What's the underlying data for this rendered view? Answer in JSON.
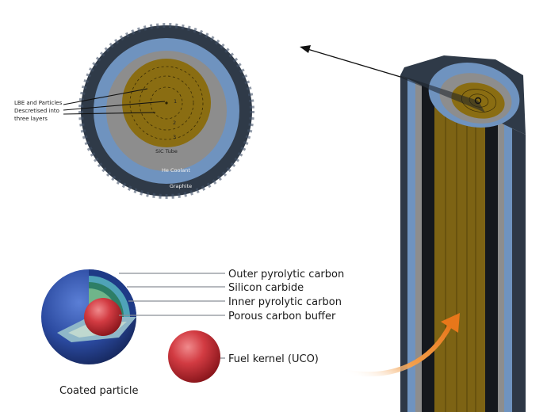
{
  "cross_section": {
    "lbe_label_lines": [
      "LBE and Particles",
      "Descretised into",
      "three layers"
    ],
    "layer_numbers": [
      "1",
      "2",
      "3"
    ],
    "sic_label": "SiC Tube",
    "he_label": "He Coolant",
    "graphite_label": "Graphite"
  },
  "particle": {
    "layer_labels": [
      "Outer pyrolytic carbon",
      "Silicon carbide",
      "Inner pyrolytic carbon",
      "Porous carbon buffer"
    ],
    "kernel_label": "Fuel kernel (UCO)",
    "caption": "Coated particle"
  },
  "colors": {
    "graphite": "#2f3a48",
    "he_coolant": "#6f93bf",
    "sic_tube": "#8d8d8d",
    "fuel": "#8a6d12",
    "particle_outer": "#2c4fa8",
    "kernel": "#c8323a",
    "arrow": "#e8801a"
  }
}
